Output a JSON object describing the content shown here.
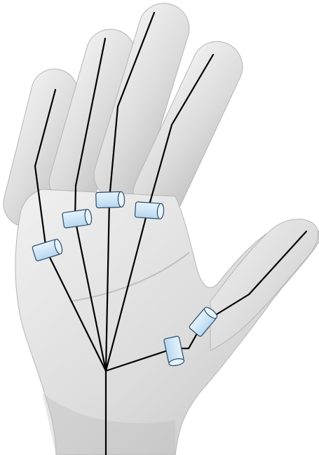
{
  "figure": {
    "subject": "hand-skeleton-diagram",
    "colors": {
      "background": "#ffffff",
      "skin_light": "#ececec",
      "skin_mid": "#d2d2d2",
      "skin_shadow": "#a9a9a9",
      "bone_line": "#000000",
      "joint_fill": "#cfe6f7",
      "joint_stroke": "#2a4a6a"
    },
    "joints": [
      {
        "name": "little-finger-joint"
      },
      {
        "name": "ring-finger-joint"
      },
      {
        "name": "middle-finger-joint"
      },
      {
        "name": "index-finger-joint"
      },
      {
        "name": "thumb-upper-joint"
      },
      {
        "name": "thumb-lower-joint"
      }
    ]
  }
}
